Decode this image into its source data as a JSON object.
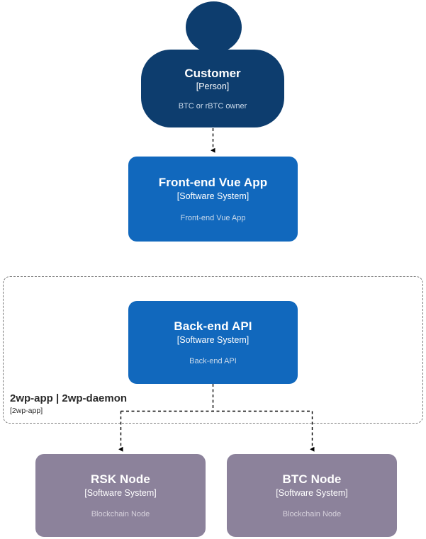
{
  "diagram": {
    "type": "C4 System Context Diagram",
    "background": "#ffffff"
  },
  "colors": {
    "person_fill": "#0D3D6E",
    "system_fill": "#1168BD",
    "external_fill": "#8C829B",
    "boundary_stroke": "#7a7a7a",
    "connector_stroke": "#000000",
    "title_text": "#ffffff",
    "desc_text": "#c9d9ea",
    "desc_text_external": "#d6d1dc",
    "boundary_text": "#2b2b2b"
  },
  "nodes": {
    "customer": {
      "title": "Customer",
      "type": "[Person]",
      "description": "BTC or rBTC owner",
      "shape": "person"
    },
    "frontend": {
      "title": "Front-end Vue App",
      "type": "[Software System]",
      "description": "Front-end Vue App",
      "shape": "box"
    },
    "backend": {
      "title": "Back-end API",
      "type": "[Software System]",
      "description": "Back-end API",
      "shape": "box"
    },
    "rsk_node": {
      "title": "RSK Node",
      "type": "[Software System]",
      "description": "Blockchain Node",
      "shape": "box"
    },
    "btc_node": {
      "title": "BTC Node",
      "type": "[Software System]",
      "description": "Blockchain Node",
      "shape": "box"
    }
  },
  "boundary": {
    "name": "2wp-app | 2wp-daemon",
    "type": "[2wp-app]"
  },
  "relationships": [
    {
      "from": "customer",
      "to": "frontend",
      "style": "dashed-arrow"
    },
    {
      "from": "backend",
      "to": "rsk_node",
      "style": "dashed-arrow"
    },
    {
      "from": "backend",
      "to": "btc_node",
      "style": "dashed-arrow"
    }
  ]
}
